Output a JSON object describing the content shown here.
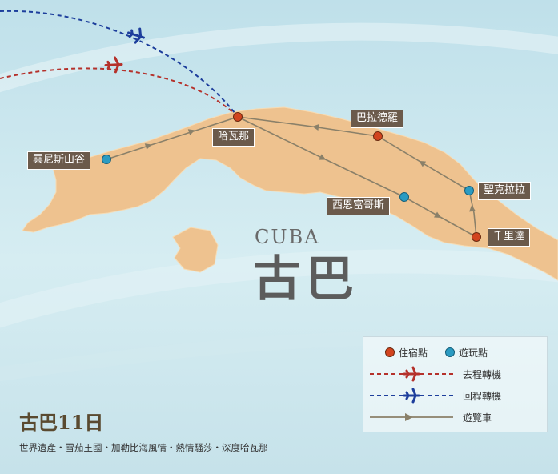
{
  "map": {
    "country_en": "CUBA",
    "country_zh": "古巴",
    "cities": [
      {
        "id": "havana",
        "name": "哈瓦那",
        "type": "stay"
      },
      {
        "id": "vinales",
        "name": "雲尼斯山谷",
        "type": "visit"
      },
      {
        "id": "bayamo",
        "name": "巴拉德羅",
        "type": "stay"
      },
      {
        "id": "santa-clara",
        "name": "聖克拉拉",
        "type": "visit"
      },
      {
        "id": "cienfuegos",
        "name": "西恩富哥斯",
        "type": "visit"
      },
      {
        "id": "trinidad",
        "name": "千里達",
        "type": "stay"
      }
    ],
    "colors": {
      "sea": "#cfe6ee",
      "land": "#eec28f",
      "stay": "#d2441f",
      "visit": "#2a9bc2",
      "outbound": "#b5312b",
      "return": "#1d3e9c",
      "coach": "#8a8069"
    }
  },
  "legend": {
    "stay_label": "住宿點",
    "visit_label": "遊玩點",
    "outbound_label": "去程轉機",
    "return_label": "回程轉機",
    "coach_label": "遊覽車"
  },
  "footer": {
    "title": "古巴11日",
    "subtitle": "世界遺產・雪茄王國・加勒比海風情・熱情騷莎・深度哈瓦那"
  }
}
